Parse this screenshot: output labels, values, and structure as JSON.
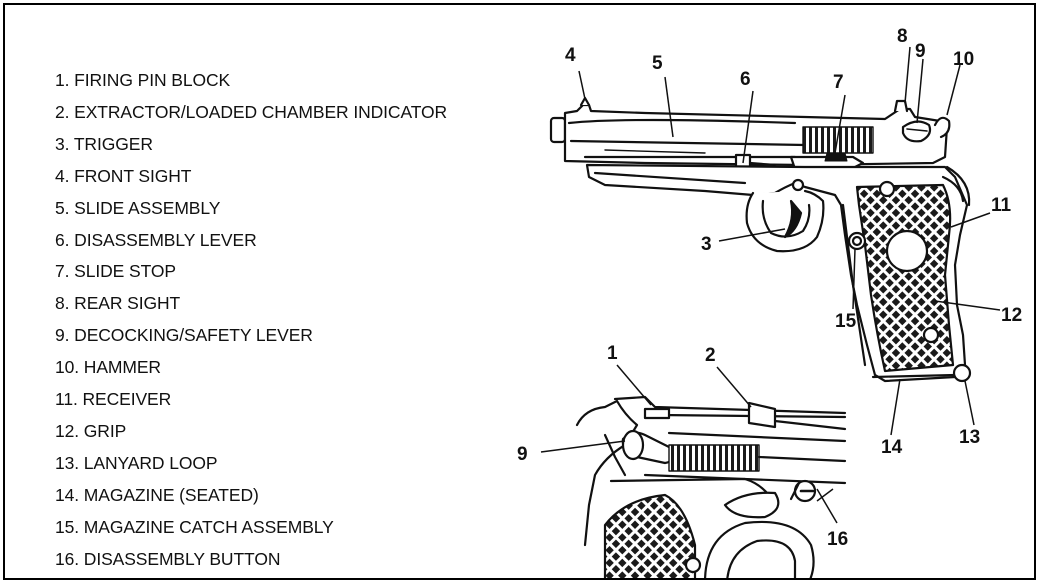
{
  "legend": [
    "1. FIRING PIN BLOCK",
    "2. EXTRACTOR/LOADED CHAMBER INDICATOR",
    "3. TRIGGER",
    "4. FRONT SIGHT",
    "5. SLIDE ASSEMBLY",
    "6. DISASSEMBLY LEVER",
    "7. SLIDE STOP",
    "8. REAR SIGHT",
    "9. DECOCKING/SAFETY LEVER",
    "10. HAMMER",
    "11. RECEIVER",
    "12. GRIP",
    "13. LANYARD LOOP",
    "14. MAGAZINE (SEATED)",
    "15. MAGAZINE CATCH ASSEMBLY",
    "16. DISASSEMBLY BUTTON"
  ],
  "callouts": {
    "n4": "4",
    "n5": "5",
    "n6": "6",
    "n7": "7",
    "n8": "8",
    "n9": "9",
    "n10": "10",
    "n3": "3",
    "n11": "11",
    "n15": "15",
    "n12": "12",
    "n14": "14",
    "n13": "13",
    "d1": "1",
    "d2": "2",
    "d9": "9",
    "d16": "16"
  }
}
